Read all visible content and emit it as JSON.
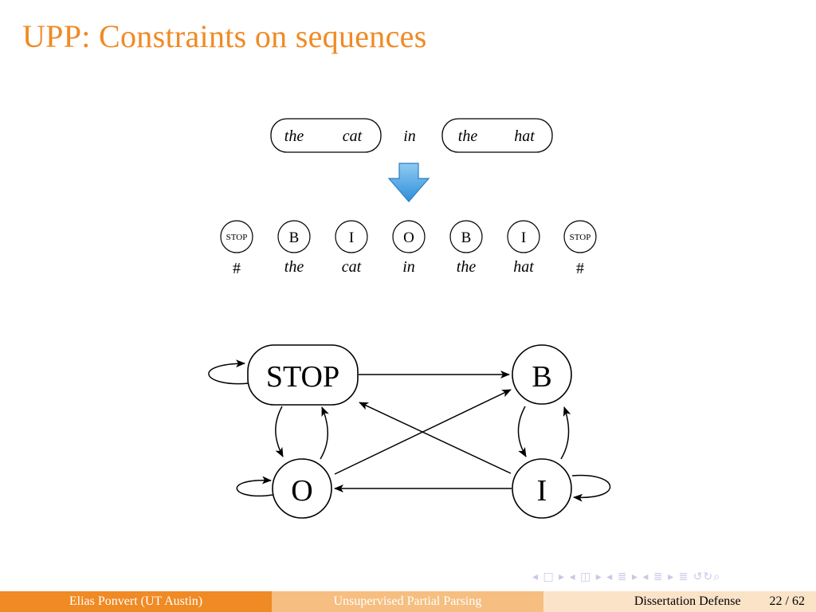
{
  "slide": {
    "title": "UPP: Constraints on sequences"
  },
  "sentence": {
    "chunk1": [
      "the",
      "cat"
    ],
    "middle": "in",
    "chunk2": [
      "the",
      "hat"
    ]
  },
  "tagging": {
    "tags": [
      "STOP",
      "B",
      "I",
      "O",
      "B",
      "I",
      "STOP"
    ],
    "words": [
      "#",
      "the",
      "cat",
      "in",
      "the",
      "hat",
      "#"
    ]
  },
  "fsm": {
    "states": {
      "stop": "STOP",
      "b": "B",
      "o": "O",
      "i": "I"
    }
  },
  "colors": {
    "accent": "#F08A24",
    "arrow_fill": "#5AAEE8"
  },
  "footer": {
    "author": "Elias Ponvert  (UT Austin)",
    "talk": "Unsupervised Partial Parsing",
    "event": "Dissertation Defense",
    "page": "22 / 62"
  }
}
